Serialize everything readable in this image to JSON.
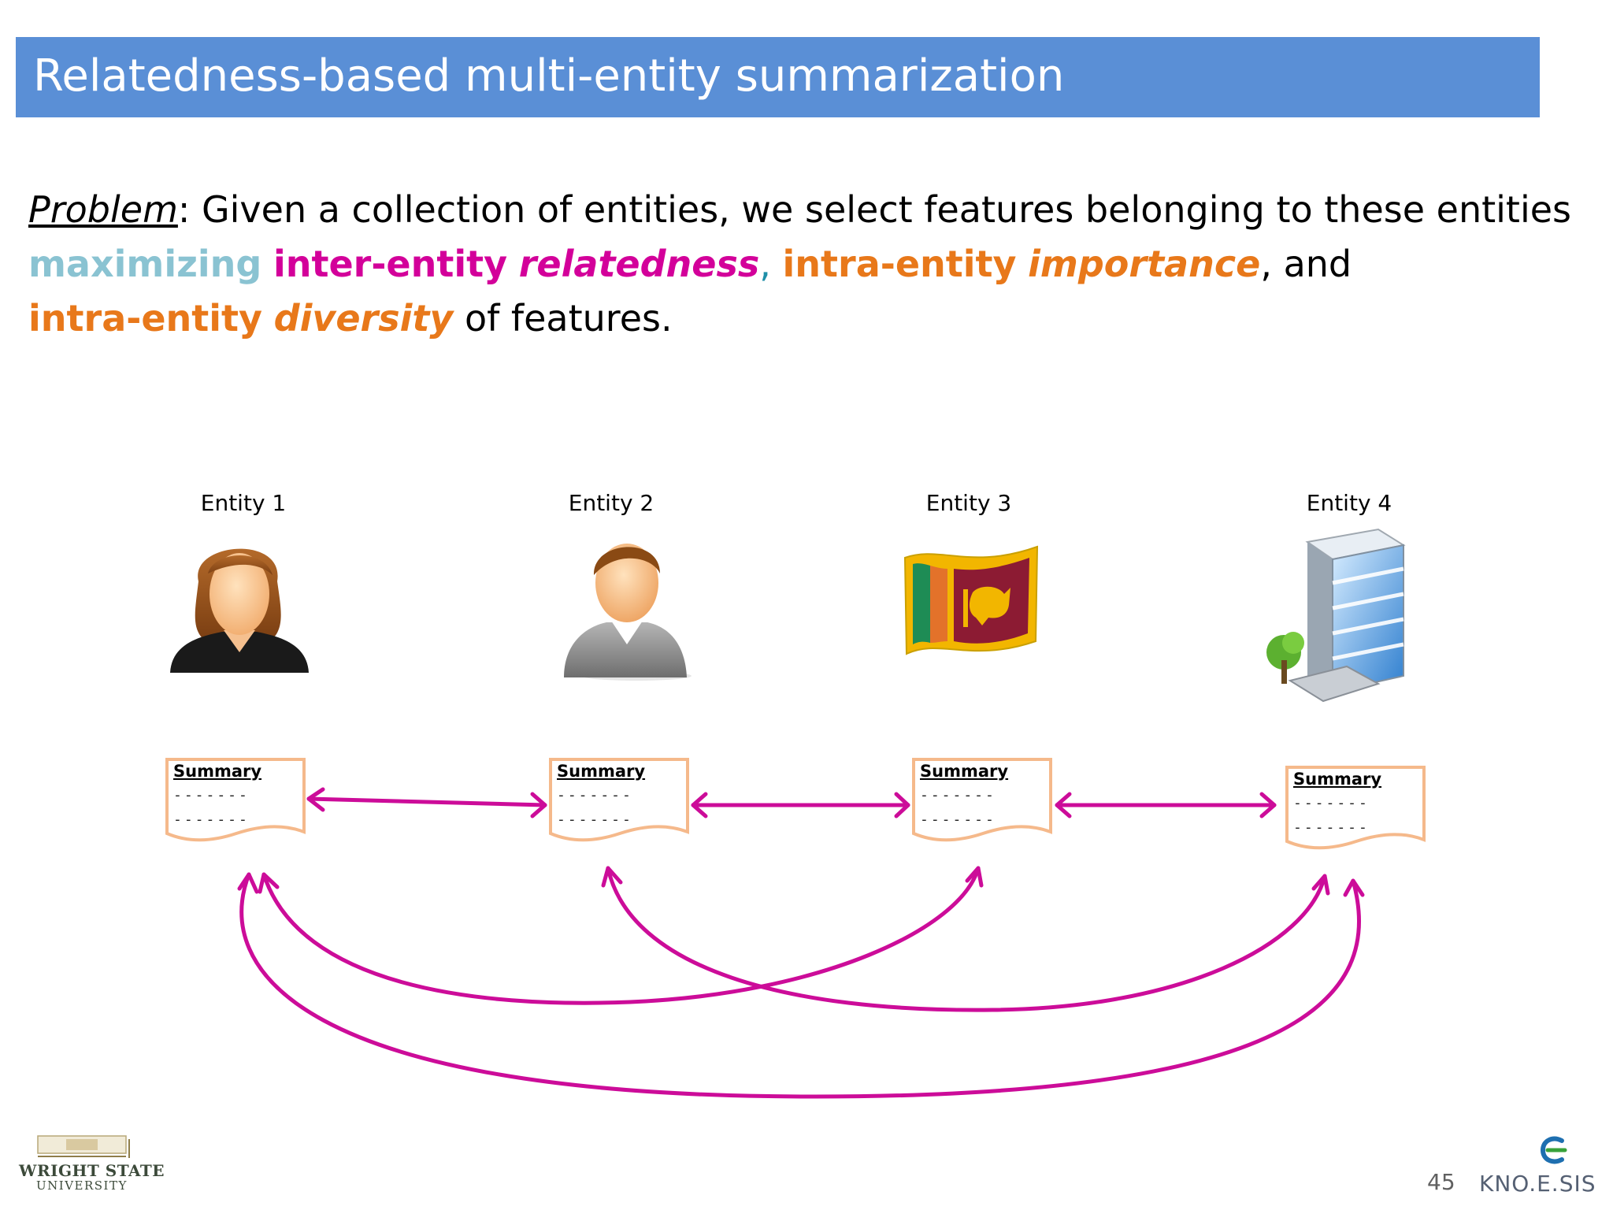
{
  "slide": {
    "title": "Relatedness-based multi-entity summarization",
    "page_number": "45"
  },
  "problem": {
    "label": "Problem",
    "sentence_1": ": Given a collection of entities, we select features belonging to these entities",
    "maximizing": "maximizing",
    "inter_entity": "inter-entity",
    "relatedness": "relatedness",
    "comma": ",",
    "intra_entity_1": "intra-entity",
    "importance": "importance",
    "and_text": ", and",
    "intra_entity_2": "intra-entity",
    "diversity": "diversity",
    "tail": "of features."
  },
  "colors": {
    "title_bar": "#5a8fd6",
    "maximizing": "#8ac3d2",
    "inter_entity": "#d3009a",
    "intra_entity": "#e8781a",
    "arrow": "#cc0c99",
    "summary_border": "#f5b98b"
  },
  "entities": [
    {
      "label": "Entity 1",
      "icon": "woman-user-icon"
    },
    {
      "label": "Entity 2",
      "icon": "man-user-icon"
    },
    {
      "label": "Entity 3",
      "icon": "sri-lanka-flag-icon"
    },
    {
      "label": "Entity 4",
      "icon": "office-building-icon"
    }
  ],
  "summaries": [
    {
      "title": "Summary",
      "line1": "-------",
      "line2": "-------"
    },
    {
      "title": "Summary",
      "line1": "-------",
      "line2": "-------"
    },
    {
      "title": "Summary",
      "line1": "-------",
      "line2": "-------"
    },
    {
      "title": "Summary",
      "line1": "-------",
      "line2": "-------"
    }
  ],
  "footer": {
    "wsu_line1": "WRIGHT STATE",
    "wsu_line2": "UNIVERSITY",
    "knoesis": "KNO.E.SIS"
  }
}
